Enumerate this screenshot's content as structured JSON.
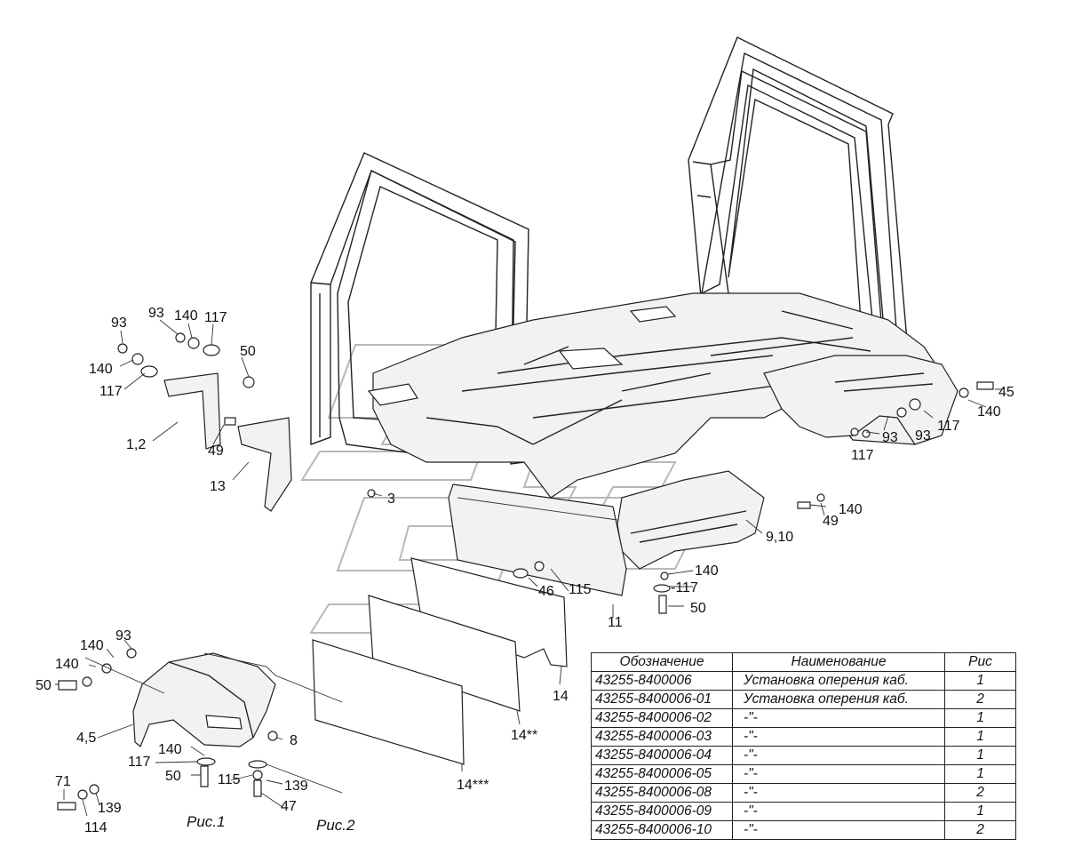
{
  "figure_captions": [
    "Рис.1",
    "Рис.2"
  ],
  "callouts": [
    {
      "id": "c93a",
      "text": "93"
    },
    {
      "id": "c93b",
      "text": "93"
    },
    {
      "id": "c140a",
      "text": "140"
    },
    {
      "id": "c117a",
      "text": "117"
    },
    {
      "id": "c140b",
      "text": "140"
    },
    {
      "id": "c117b",
      "text": "117"
    },
    {
      "id": "c50a",
      "text": "50"
    },
    {
      "id": "c12",
      "text": "1,2"
    },
    {
      "id": "c49a",
      "text": "49"
    },
    {
      "id": "c13",
      "text": "13"
    },
    {
      "id": "c3",
      "text": "3"
    },
    {
      "id": "c45",
      "text": "45"
    },
    {
      "id": "c140c",
      "text": "140"
    },
    {
      "id": "c117c",
      "text": "117"
    },
    {
      "id": "c93c",
      "text": "93"
    },
    {
      "id": "c93d",
      "text": "93"
    },
    {
      "id": "c117d",
      "text": "117"
    },
    {
      "id": "c140d",
      "text": "140"
    },
    {
      "id": "c49b",
      "text": "49"
    },
    {
      "id": "c910",
      "text": "9,10"
    },
    {
      "id": "c140e",
      "text": "140"
    },
    {
      "id": "c117e",
      "text": "-117"
    },
    {
      "id": "c50b",
      "text": "50"
    },
    {
      "id": "c46",
      "text": "46"
    },
    {
      "id": "c115a",
      "text": "115"
    },
    {
      "id": "c11",
      "text": "11"
    },
    {
      "id": "c14",
      "text": "14"
    },
    {
      "id": "c14s2",
      "text": "14**"
    },
    {
      "id": "c14s3",
      "text": "14***"
    },
    {
      "id": "c140f",
      "text": "140"
    },
    {
      "id": "c93e",
      "text": "93"
    },
    {
      "id": "c140g",
      "text": "140"
    },
    {
      "id": "c50c",
      "text": "50"
    },
    {
      "id": "c45b",
      "text": "4,5"
    },
    {
      "id": "c8",
      "text": "8"
    },
    {
      "id": "c140h",
      "text": "140"
    },
    {
      "id": "c117f",
      "text": "117"
    },
    {
      "id": "c50d",
      "text": "50"
    },
    {
      "id": "c115b",
      "text": "115"
    },
    {
      "id": "c139a",
      "text": "139"
    },
    {
      "id": "c71",
      "text": "71"
    },
    {
      "id": "c139b",
      "text": "139"
    },
    {
      "id": "c114",
      "text": "114"
    },
    {
      "id": "c47",
      "text": "47"
    }
  ],
  "table": {
    "headers": [
      "Обозначение",
      "Наименование",
      "Рис"
    ],
    "rows": [
      [
        "43255-8400006",
        "Установка оперения каб.",
        "1"
      ],
      [
        "43255-8400006-01",
        "Установка оперения каб.",
        "2"
      ],
      [
        "43255-8400006-02",
        "-\"-",
        "1"
      ],
      [
        "43255-8400006-03",
        "-\"-",
        "1"
      ],
      [
        "43255-8400006-04",
        "-\"-",
        "1"
      ],
      [
        "43255-8400006-05",
        "-\"-",
        "1"
      ],
      [
        "43255-8400006-08",
        "-\"-",
        "2"
      ],
      [
        "43255-8400006-09",
        "-\"-",
        "1"
      ],
      [
        "43255-8400006-10",
        "-\"-",
        "2"
      ]
    ]
  }
}
